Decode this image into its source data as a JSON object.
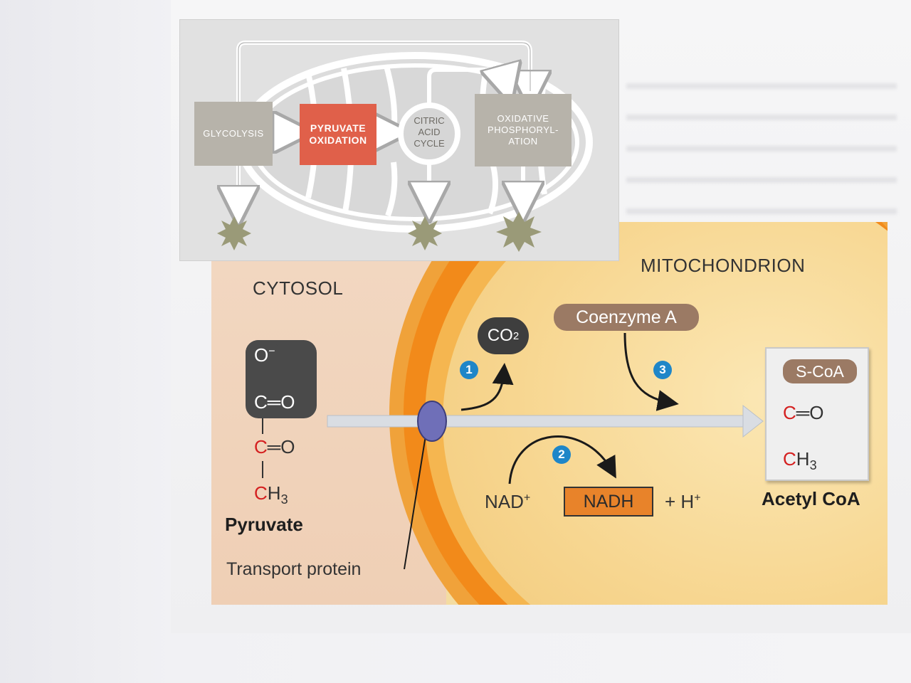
{
  "overview": {
    "glycolysis": "GLYCOLYSIS",
    "pyruvate_oxidation_1": "PYRUVATE",
    "pyruvate_oxidation_2": "OXIDATION",
    "citric_1": "CITRIC",
    "citric_2": "ACID",
    "citric_3": "CYCLE",
    "oxphos_1": "OXIDATIVE",
    "oxphos_2": "PHOSPHORYL-",
    "oxphos_3": "ATION"
  },
  "regions": {
    "cytosol": "CYTOSOL",
    "mitochondrion": "MITOCHONDRION"
  },
  "pyruvate": {
    "o_minus": "O",
    "minus": "−",
    "c1": "C",
    "dbl1": "═O",
    "c2": "C",
    "dbl2": "═O",
    "ch3_c": "C",
    "ch3_h": "H",
    "ch3_sub": "3",
    "name": "Pyruvate"
  },
  "transport_protein": "Transport protein",
  "steps": [
    "1",
    "2",
    "3"
  ],
  "co2": {
    "base": "CO",
    "sub": "2"
  },
  "coenzyme_a": "Coenzyme A",
  "nad": {
    "base": "NAD",
    "sup": "+"
  },
  "nadh": "NADH",
  "hplus": {
    "base": "+ H",
    "sup": "+"
  },
  "acetyl_coa": {
    "scoa": "S-CoA",
    "c": "C",
    "dbl": "═O",
    "ch3_c": "C",
    "ch3_h": "H",
    "ch3_sub": "3",
    "name": "Acetyl CoA"
  },
  "colors": {
    "highlight_red": "#e0604a",
    "step_blue": "#1f86c8",
    "membrane_orange": "#f28a1a",
    "nadh_fill": "#e8832a",
    "coenzyme_brown": "#9b7a64"
  }
}
